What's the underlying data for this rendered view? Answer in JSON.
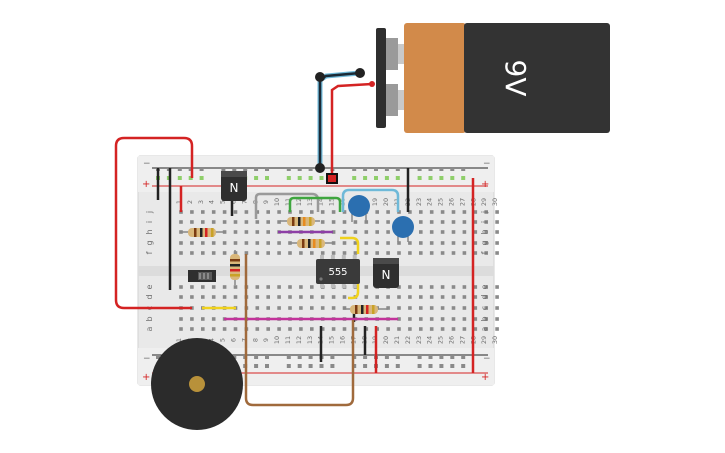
{
  "scene": {
    "battery": {
      "label": "9V",
      "color_body": "#333333",
      "color_cap": "#d28a4a"
    },
    "timer_ic": {
      "label": "555",
      "color": "#3a3a3a"
    },
    "transistor_left": {
      "label": "N"
    },
    "transistor_right": {
      "label": "N"
    },
    "breadboard": {
      "rail_minus": "−",
      "rail_plus": "+",
      "row_letters_top": [
        "j",
        "i",
        "h",
        "g",
        "f"
      ],
      "row_letters_bottom": [
        "e",
        "d",
        "c",
        "b",
        "a"
      ],
      "column_numbers": [
        "1",
        "2",
        "3",
        "4",
        "5",
        "6",
        "7",
        "8",
        "9",
        "10",
        "11",
        "12",
        "13",
        "14",
        "15",
        "16",
        "17",
        "18",
        "19",
        "20",
        "21",
        "22",
        "23",
        "24",
        "25",
        "26",
        "27",
        "28",
        "29",
        "30"
      ],
      "color_board": "#e9e9e9",
      "color_rail_plus": "#d42323",
      "color_rail_minus": "#222222"
    },
    "wire_colors": {
      "red": "#d42323",
      "black": "#222222",
      "blue": "#6fb9d8",
      "green": "#3fa63f",
      "gray": "#9a9a9a",
      "yellow": "#f0d21c",
      "purple": "#8d3fa6",
      "magenta": "#c2339a",
      "brown": "#a06a3c"
    },
    "buzzer": {
      "color": "#2b2b2b",
      "center_color": "#b8913a"
    },
    "capacitor_color": "#2b6fb0"
  }
}
